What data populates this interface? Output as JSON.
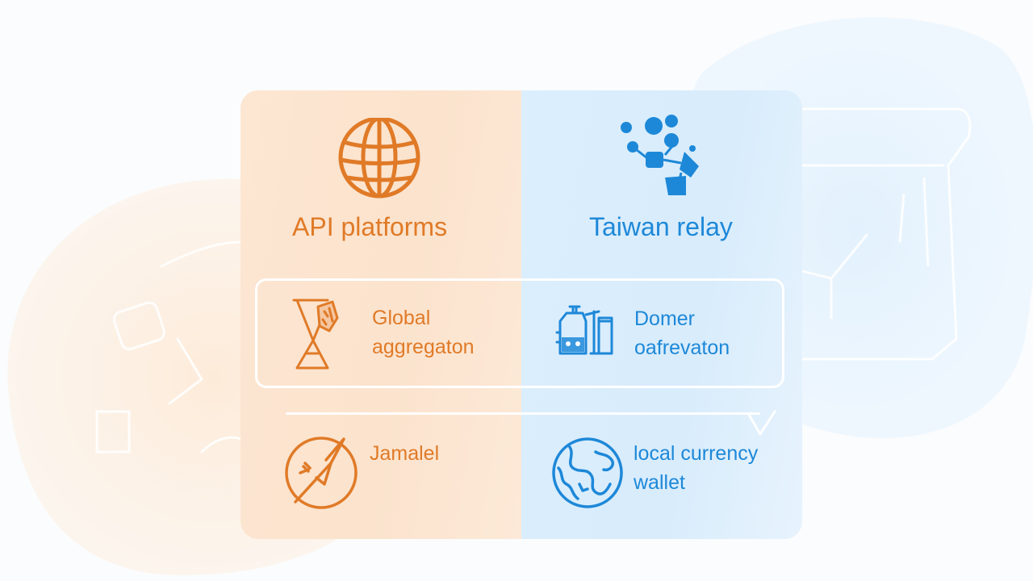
{
  "colors": {
    "orange": "#e07a27",
    "blue": "#1d88d8"
  },
  "left": {
    "heading": "API platforms",
    "heading_icon": "globe-icon",
    "row1": {
      "icon": "hourglass-icon",
      "line1": "Global",
      "line2": "aggregaton"
    },
    "row2": {
      "icon": "compass-icon",
      "label": "Jamalel"
    }
  },
  "right": {
    "heading": "Taiwan relay",
    "heading_icon": "connection-nodes-icon",
    "row1": {
      "icon": "jar-icon",
      "line1": "Domer",
      "line2": "oafrevaton"
    },
    "row2": {
      "icon": "globe-map-icon",
      "line1": "local currency",
      "line2": "wallet"
    }
  }
}
